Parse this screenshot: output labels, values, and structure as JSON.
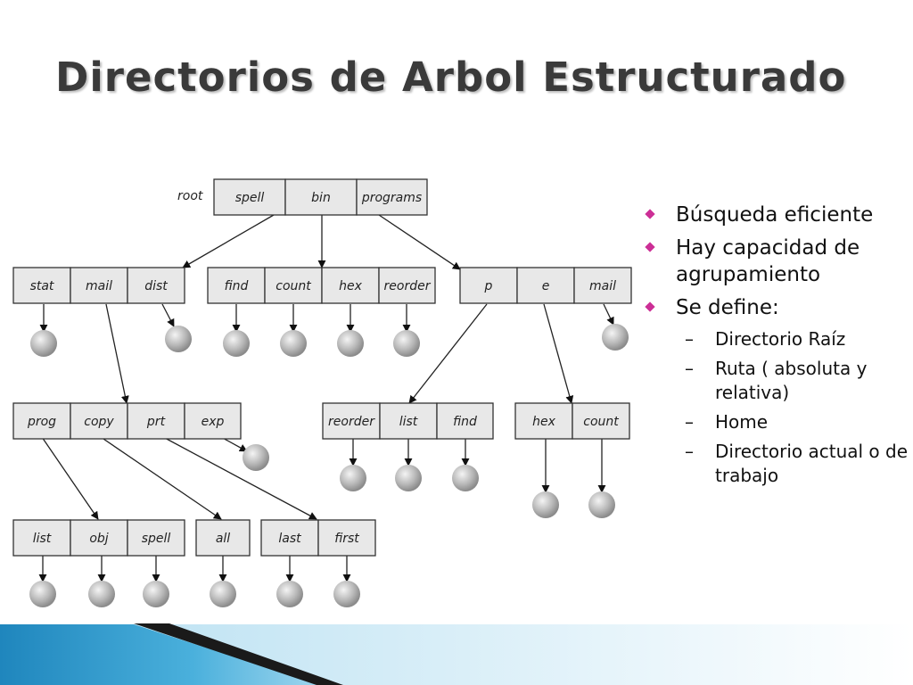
{
  "title": "Directorios de Arbol Estructurado",
  "diagram": {
    "root_label": "root",
    "rows": [
      [
        "spell",
        "bin",
        "programs"
      ],
      [
        "stat",
        "mail",
        "dist"
      ],
      [
        "find",
        "count",
        "hex",
        "reorder"
      ],
      [
        "p",
        "e",
        "mail"
      ],
      [
        "prog",
        "copy",
        "prt",
        "exp"
      ],
      [
        "reorder",
        "list",
        "find"
      ],
      [
        "hex",
        "count"
      ],
      [
        "list",
        "obj",
        "spell"
      ],
      [
        "all"
      ],
      [
        "last",
        "first"
      ]
    ]
  },
  "bullets": [
    {
      "text": "Búsqueda eficiente",
      "level": 1
    },
    {
      "text": "Hay capacidad de agrupamiento",
      "level": 1
    },
    {
      "text": "Se define:",
      "level": 1
    },
    {
      "text": "Directorio Raíz",
      "level": 2
    },
    {
      "text": "Ruta ( absoluta y relativa)",
      "level": 2
    },
    {
      "text": "Home",
      "level": 2
    },
    {
      "text": "Directorio actual o de trabajo",
      "level": 2
    }
  ],
  "colors": {
    "bullet_accent": "#cc2f96",
    "footer_blue": "#2a8fc1",
    "footer_dark": "#1a1a1a"
  }
}
